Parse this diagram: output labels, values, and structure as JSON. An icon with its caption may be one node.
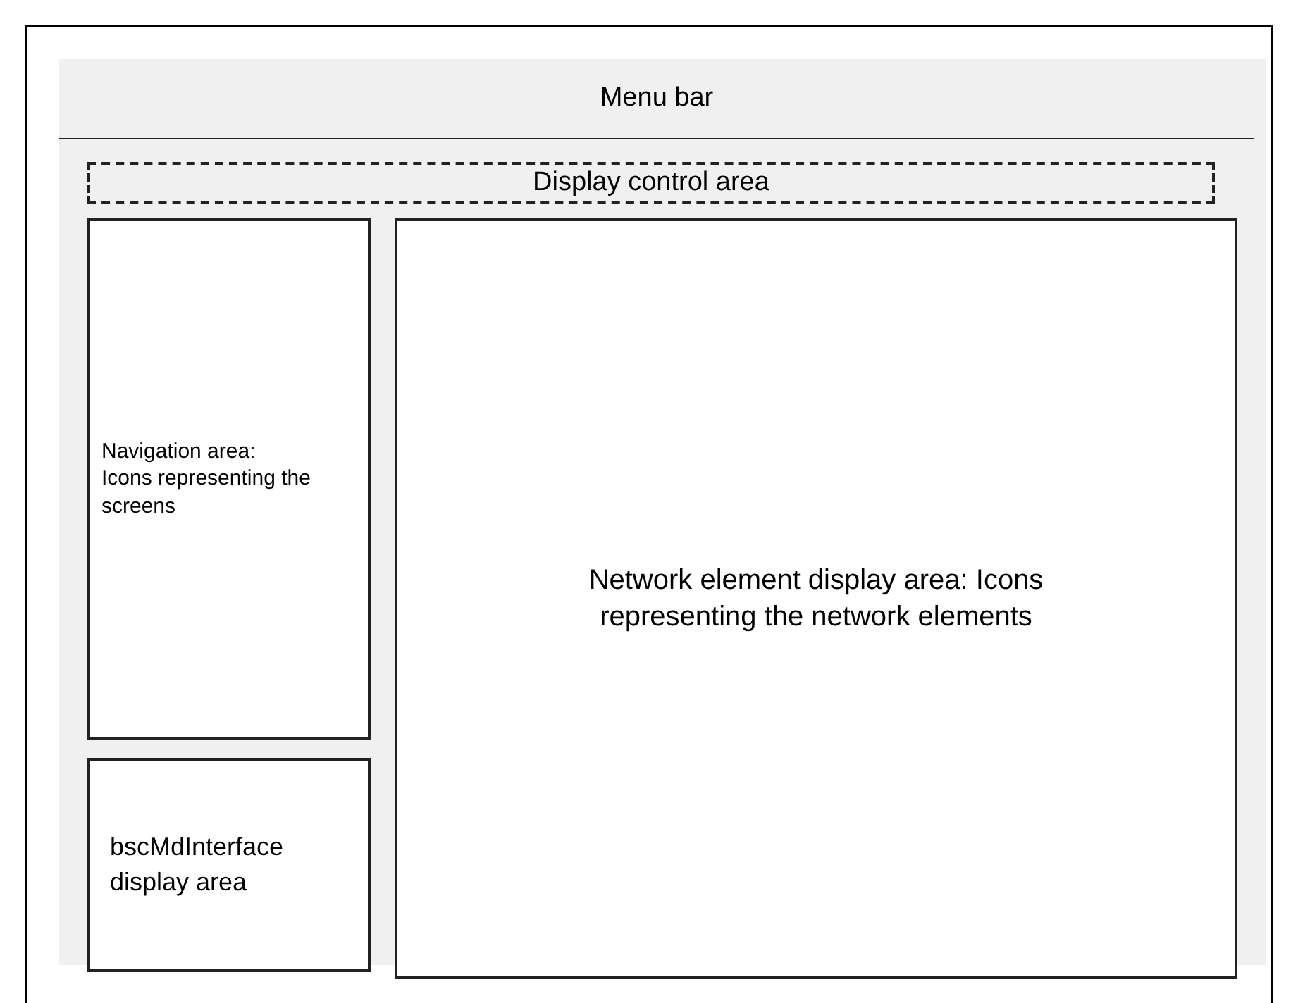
{
  "diagram": {
    "nodes": [
      {
        "text": [],
        "shape": "box"
      },
      {
        "text": [
          "Menu bar"
        ],
        "in": 0
      },
      {
        "text": [
          "Display control area"
        ],
        "in": 0
      },
      {
        "text": [
          "Navigation area: Icons representing the screens"
        ],
        "in": 0
      },
      {
        "text": [
          "bscMdInterface display area"
        ],
        "in": 0
      },
      {
        "text": [
          "Network element display area: Icons representing the network elements"
        ],
        "in": 0
      }
    ],
    "edges": []
  }
}
